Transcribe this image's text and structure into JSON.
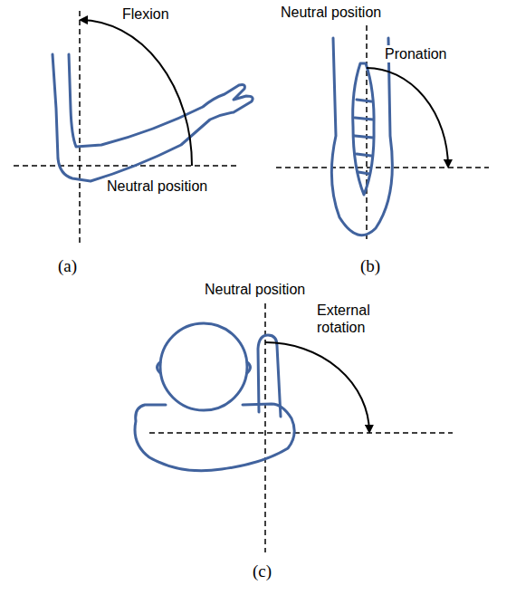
{
  "diagram": {
    "labels": [
      "Flexion",
      "Neutral position",
      "Pronation",
      "Neutral position",
      "(a)",
      "(b)",
      "Neutral position",
      "External rotation",
      "(c)"
    ]
  }
}
